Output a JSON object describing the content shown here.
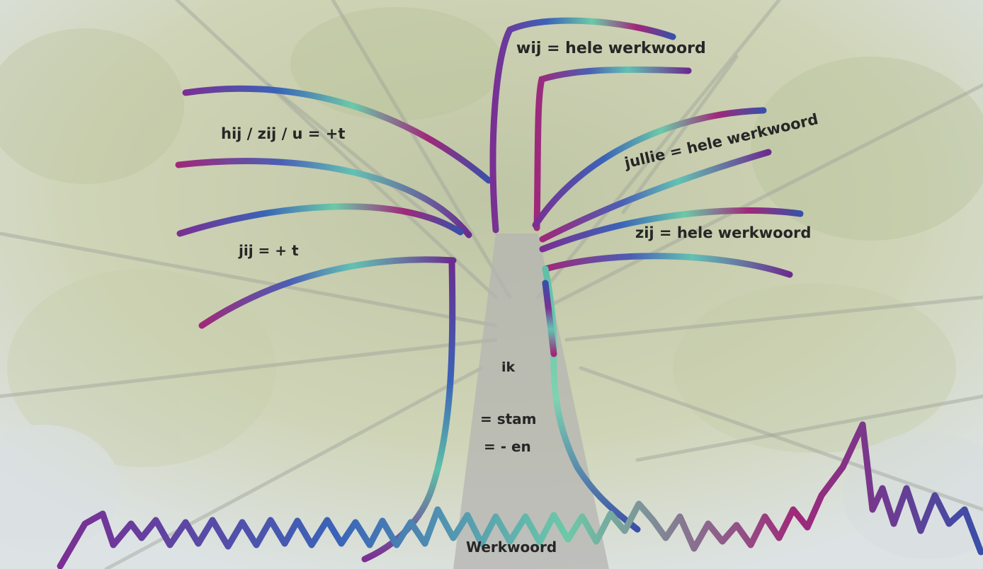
{
  "labels": {
    "wij": "wij = hele werkwoord",
    "hij_zij_u": "hij / zij / u = +t",
    "jullie": "jullie = hele werkwoord",
    "zij": "zij = hele werkwoord",
    "jij": "jij = + t",
    "ik": "ik",
    "stam": "= stam",
    "en": "= - en",
    "werkwoord": "Werkwoord"
  },
  "colors": {
    "sky": "#dfe5ea",
    "foliage": "#c9cfae",
    "trunk": "#b7b7b4",
    "stroke_blue": "#3a63b8",
    "stroke_purple": "#6b2c8f",
    "stroke_teal": "#5fc0a8",
    "stroke_magenta": "#a0287a",
    "text": "#262626"
  }
}
